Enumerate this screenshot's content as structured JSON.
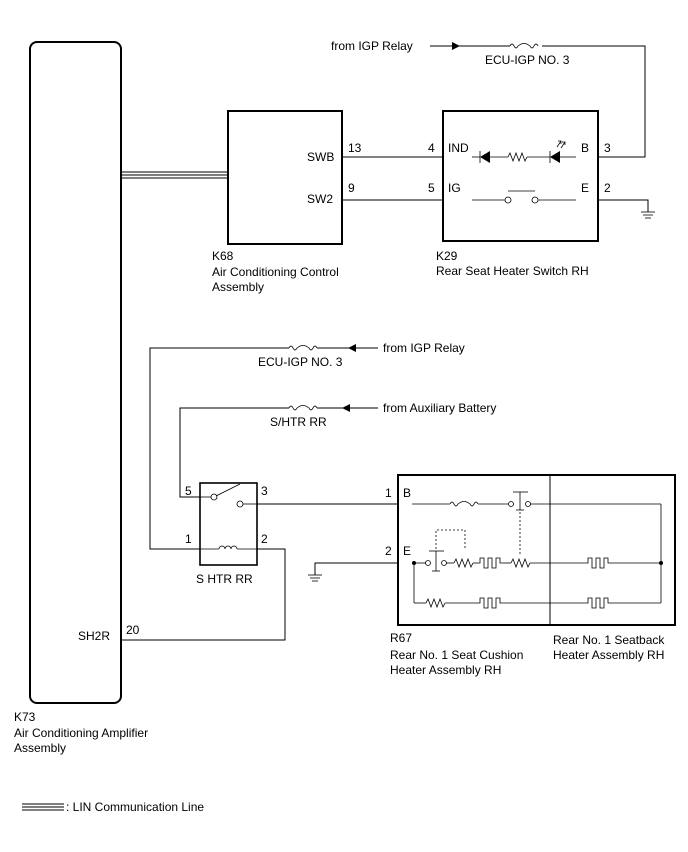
{
  "k73": {
    "code": "K73",
    "name_line1": "Air Conditioning Amplifier",
    "name_line2": "Assembly",
    "pin": "SH2R",
    "pin_no": "20"
  },
  "k68": {
    "code": "K68",
    "name_line1": "Air Conditioning Control",
    "name_line2": "Assembly",
    "pin_swb": "SWB",
    "pin_swb_no": "13",
    "pin_sw2": "SW2",
    "pin_sw2_no": "9"
  },
  "k29": {
    "code": "K29",
    "name": "Rear Seat Heater Switch RH",
    "pin_ind": "IND",
    "pin_ind_no": "4",
    "pin_ig": "IG",
    "pin_ig_no": "5",
    "pin_b": "B",
    "pin_b_no": "3",
    "pin_e": "E",
    "pin_e_no": "2"
  },
  "top_fuse": {
    "source": "from IGP Relay",
    "name": "ECU-IGP NO. 3"
  },
  "mid_fuse1": {
    "source": "from IGP Relay",
    "name": "ECU-IGP NO. 3"
  },
  "mid_fuse2": {
    "source": "from Auxiliary Battery",
    "name": "S/HTR RR"
  },
  "relay": {
    "name": "S HTR RR",
    "pin5": "5",
    "pin3": "3",
    "pin1": "1",
    "pin2": "2"
  },
  "r67": {
    "code": "R67",
    "name_line1": "Rear No. 1 Seat Cushion",
    "name_line2": "Heater Assembly RH",
    "pin_b": "B",
    "pin_b_no": "1",
    "pin_e": "E",
    "pin_e_no": "2"
  },
  "seatback": {
    "name_line1": "Rear No. 1 Seatback",
    "name_line2": "Heater Assembly RH"
  },
  "legend": {
    "label": ": LIN Communication Line"
  }
}
